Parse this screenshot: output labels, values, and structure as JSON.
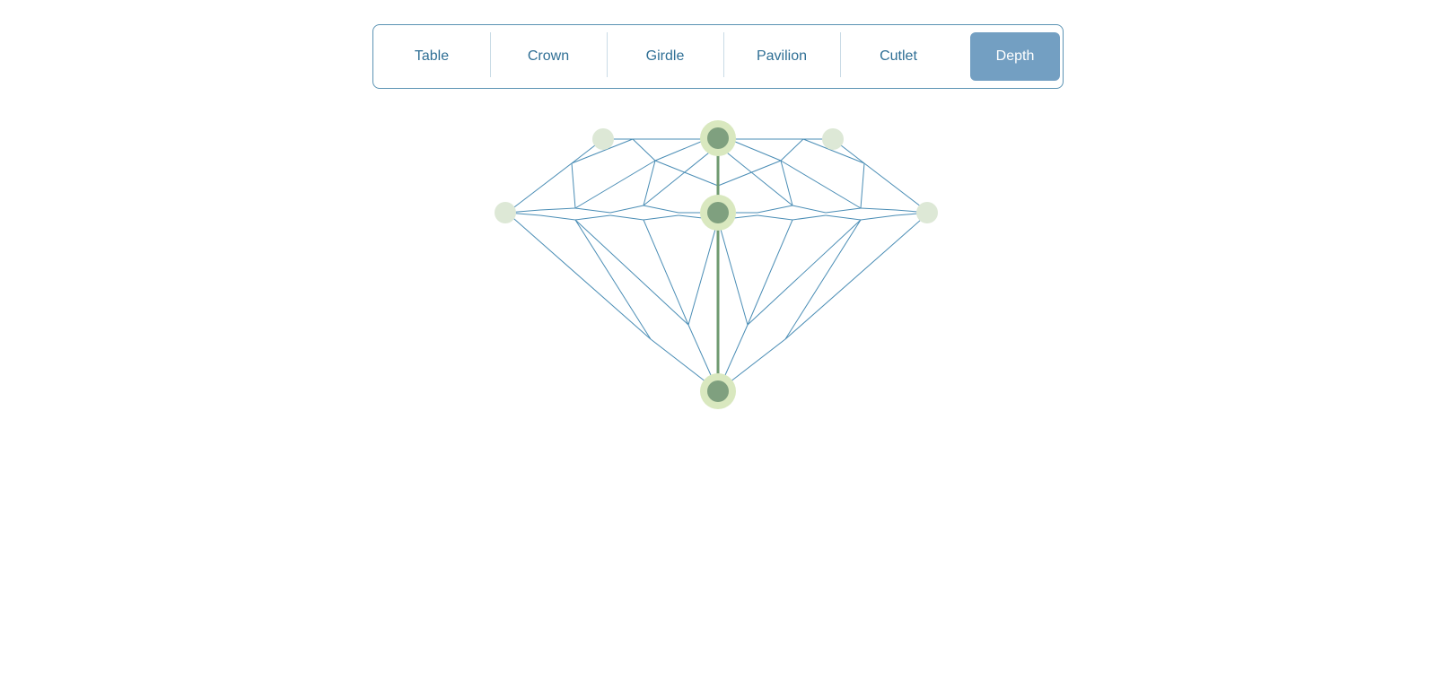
{
  "tabs": [
    {
      "id": "table",
      "label": "Table"
    },
    {
      "id": "crown",
      "label": "Crown"
    },
    {
      "id": "girdle",
      "label": "Girdle"
    },
    {
      "id": "pavilion",
      "label": "Pavilion"
    },
    {
      "id": "cutlet",
      "label": "Cutlet"
    },
    {
      "id": "depth",
      "label": "Depth",
      "active": true
    }
  ],
  "colors": {
    "facet_line": "#4a8db5",
    "depth_line": "#6f9a70",
    "point_active": "#7fa07f",
    "point_halo": "#d9e8bf",
    "point_inactive": "#dde8d6",
    "tab_active_bg": "#739fc2",
    "tab_text": "#2f6f95",
    "tab_border": "#5b93b3"
  },
  "selected_measurement": "Depth"
}
